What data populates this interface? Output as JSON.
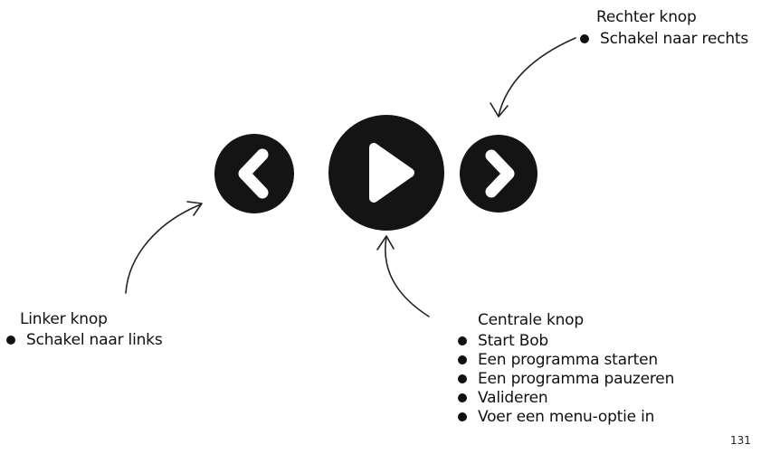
{
  "annotations": {
    "right": {
      "title": "Rechter knop",
      "items": [
        "Schakel naar rechts"
      ]
    },
    "left": {
      "title": "Linker knop",
      "items": [
        "Schakel naar links"
      ]
    },
    "center": {
      "title": "Centrale knop",
      "items": [
        "Start Bob",
        "Een programma starten",
        "Een programma pauzeren",
        "Valideren",
        "Voer een menu-optie in"
      ]
    }
  },
  "buttons": {
    "left_icon": "chevron-left-icon",
    "center_icon": "play-icon",
    "right_icon": "chevron-right-icon",
    "color": "#141414",
    "glyph_color": "#ffffff"
  },
  "page_number": "131"
}
